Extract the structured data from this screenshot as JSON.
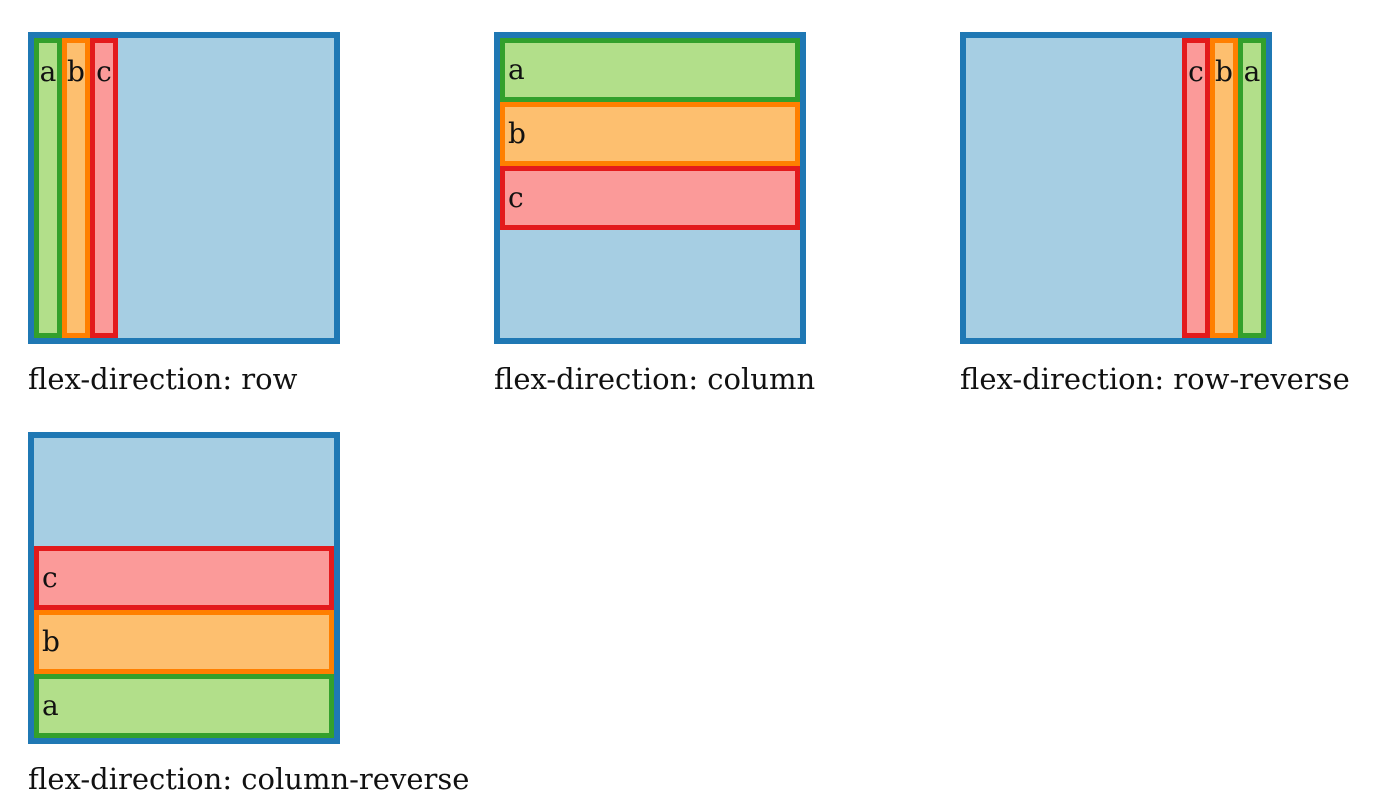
{
  "examples": [
    {
      "direction": "row",
      "caption": "flex-direction: row",
      "items": [
        "a",
        "b",
        "c"
      ]
    },
    {
      "direction": "column",
      "caption": "flex-direction: column",
      "items": [
        "a",
        "b",
        "c"
      ]
    },
    {
      "direction": "row-reverse",
      "caption": "flex-direction: row-reverse",
      "items": [
        "a",
        "b",
        "c"
      ]
    },
    {
      "direction": "column-reverse",
      "caption": "flex-direction: column-reverse",
      "items": [
        "a",
        "b",
        "c"
      ]
    }
  ],
  "colors": {
    "container_fill": "#a6cee3",
    "container_border": "#1f78b4",
    "item_a_fill": "#b2df8a",
    "item_a_border": "#33a02c",
    "item_b_fill": "#fdbf6f",
    "item_b_border": "#ff7f00",
    "item_c_fill": "#fb9a99",
    "item_c_border": "#e31a1c"
  }
}
